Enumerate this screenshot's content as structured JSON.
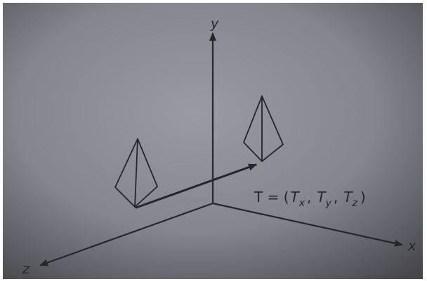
{
  "diagram": {
    "axes": {
      "y_label": "y",
      "x_label": "x",
      "z_label": "z"
    },
    "translation": {
      "prefix": "T = (",
      "tx_base": "T",
      "tx_sub": "x",
      "sep1": ",",
      "ty_base": "T",
      "ty_sub": "y",
      "sep2": ",",
      "tz_base": "T",
      "tz_sub": "z",
      "suffix": ")"
    },
    "colors": {
      "paper_center": "#8f8f98",
      "paper_edge": "#3f3f45",
      "ink": "#26262a",
      "frame": "#ffffff"
    }
  }
}
